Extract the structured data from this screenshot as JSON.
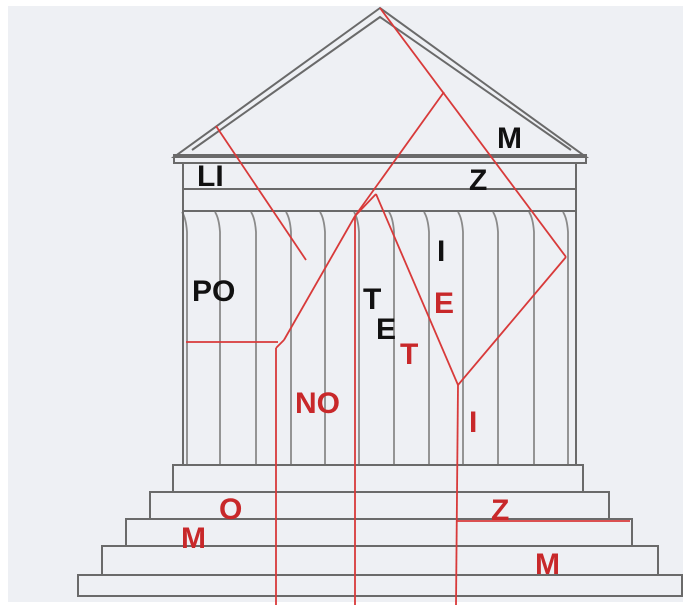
{
  "colors": {
    "paper": "#eef0f4",
    "outline": "#6a6a6a",
    "column_lines": "#8a8a8a",
    "cut_lines": "#d83a3a",
    "black_letters": "#111111",
    "red_letters": "#c8282a"
  },
  "letters": {
    "m_roof": "M",
    "li": "LI",
    "z_entab": "Z",
    "i_col": "I",
    "po": "PO",
    "t1": "T",
    "e1": "E",
    "e_red": "E",
    "t_red": "T",
    "no": "NO",
    "i_red": "I",
    "o_step": "O",
    "m_step": "M",
    "z_step": "Z",
    "m_step2": "M"
  }
}
